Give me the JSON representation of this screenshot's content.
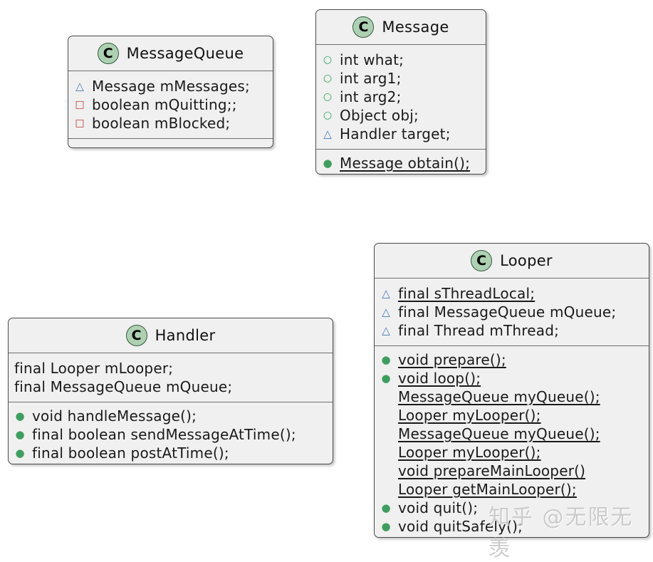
{
  "page": {
    "background": "#ffffff"
  },
  "icons": {
    "triangle_glyph": "△",
    "square_glyph": "□",
    "circle_glyph": "○",
    "dot_glyph": "●"
  },
  "colors": {
    "box_fill": "#f0f0f0",
    "box_border": "#4a4a4a",
    "class_badge_fill": "#add1b2",
    "class_badge_border": "#33593d",
    "triangle_blue": "#4477bb",
    "square_red": "#c0392b",
    "circle_green": "#2fa35c",
    "dot_green": "#3f9e5f"
  },
  "classes": [
    {
      "name": "MessageQueue",
      "badge": "C",
      "attributes": [
        {
          "icon": "triangle",
          "text": "Message mMessages;"
        },
        {
          "icon": "square",
          "text": "boolean mQuitting;;"
        },
        {
          "icon": "square",
          "text": "boolean mBlocked;"
        }
      ],
      "methods": []
    },
    {
      "name": "Message",
      "badge": "C",
      "attributes": [
        {
          "icon": "circle",
          "text": "int what;"
        },
        {
          "icon": "circle",
          "text": "int arg1;"
        },
        {
          "icon": "circle",
          "text": "int arg2;"
        },
        {
          "icon": "circle",
          "text": "Object obj;"
        },
        {
          "icon": "triangle",
          "text": "Handler target;"
        }
      ],
      "methods": [
        {
          "icon": "dot",
          "text": "Message obtain();",
          "static": true
        }
      ]
    },
    {
      "name": "Handler",
      "badge": "C",
      "attributes": [
        {
          "icon": "none",
          "text": "final Looper mLooper;"
        },
        {
          "icon": "none",
          "text": "final MessageQueue mQueue;"
        }
      ],
      "methods": [
        {
          "icon": "dot",
          "text": "void handleMessage();"
        },
        {
          "icon": "dot",
          "text": "final boolean sendMessageAtTime();"
        },
        {
          "icon": "dot",
          "text": "final boolean postAtTime();"
        }
      ]
    },
    {
      "name": "Looper",
      "badge": "C",
      "attributes": [
        {
          "icon": "triangle",
          "text": "final sThreadLocal;",
          "static": true
        },
        {
          "icon": "triangle",
          "text": "final MessageQueue mQueue;"
        },
        {
          "icon": "triangle",
          "text": "final Thread mThread;"
        }
      ],
      "methods": [
        {
          "icon": "dot",
          "text": "void prepare();",
          "static": true
        },
        {
          "icon": "dot",
          "text": "void loop();",
          "static": true
        },
        {
          "icon": "none",
          "text": "MessageQueue myQueue();",
          "static": true
        },
        {
          "icon": "none",
          "text": "Looper myLooper();",
          "static": true
        },
        {
          "icon": "none",
          "text": "MessageQueue myQueue();",
          "static": true
        },
        {
          "icon": "none",
          "text": "Looper myLooper();",
          "static": true
        },
        {
          "icon": "none",
          "text": "void prepareMainLooper()",
          "static": true
        },
        {
          "icon": "none",
          "text": "Looper getMainLooper();",
          "static": true
        },
        {
          "icon": "dot",
          "text": "void quit();"
        },
        {
          "icon": "dot",
          "text": "void quitSafely();"
        }
      ]
    }
  ],
  "watermark": {
    "text": "知乎 @无限无羡"
  }
}
